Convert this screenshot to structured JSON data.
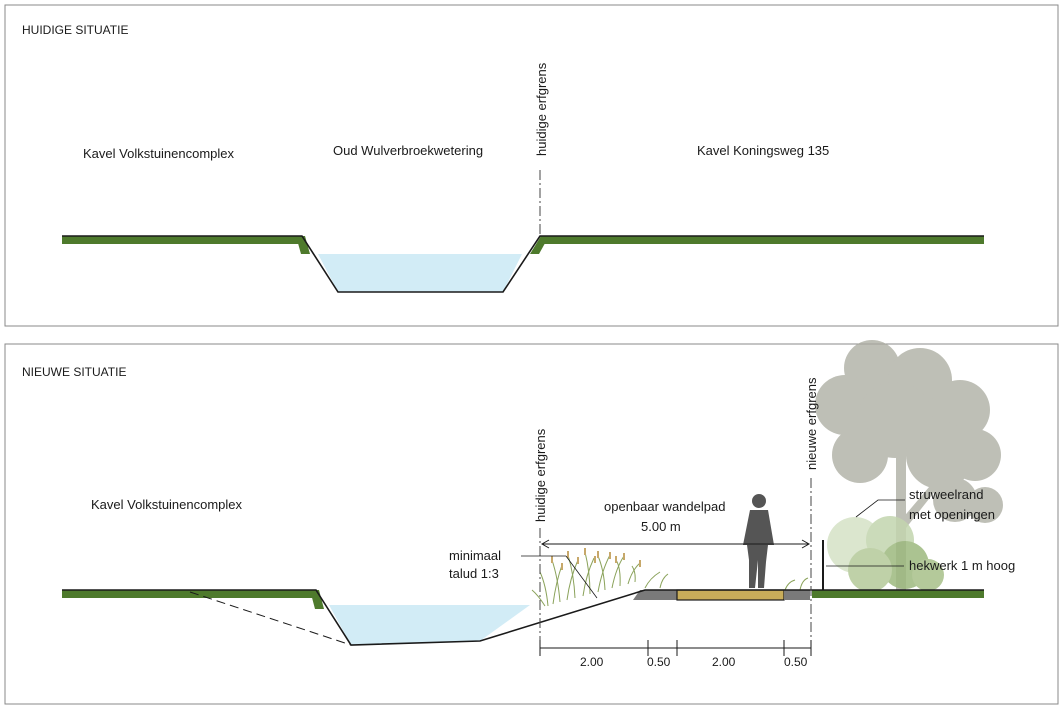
{
  "panel_top": {
    "title": "HUIDIGE SITUATIE",
    "labels": {
      "left": "Kavel Volkstuinencomplex",
      "water": "Oud Wulverbroekwetering",
      "right": "Kavel Koningsweg 135",
      "boundary": "huidige erfgrens"
    }
  },
  "panel_bottom": {
    "title": "NIEUWE SITUATIE",
    "labels": {
      "left": "Kavel Volkstuinencomplex",
      "boundary_old": "huidige erfgrens",
      "boundary_new": "nieuwe erfgrens",
      "path_line1": "openbaar wandelpad",
      "path_line2": "5.00 m",
      "slope_line1": "minimaal",
      "slope_line2": "talud 1:3",
      "shrub_line1": "struweelrand",
      "shrub_line2": "met openingen",
      "fence": "hekwerk 1 m hoog"
    },
    "dimensions": [
      "2.00",
      "0.50",
      "2.00",
      "0.50"
    ]
  },
  "colors": {
    "grass": "#4e7a2c",
    "water": "#d2ecf6",
    "path": "#c8ad5a",
    "paving": "#7a7a7a",
    "tree": "#a9aa9e",
    "shrub": "#b4c99a",
    "reed": "#8aa25a"
  }
}
